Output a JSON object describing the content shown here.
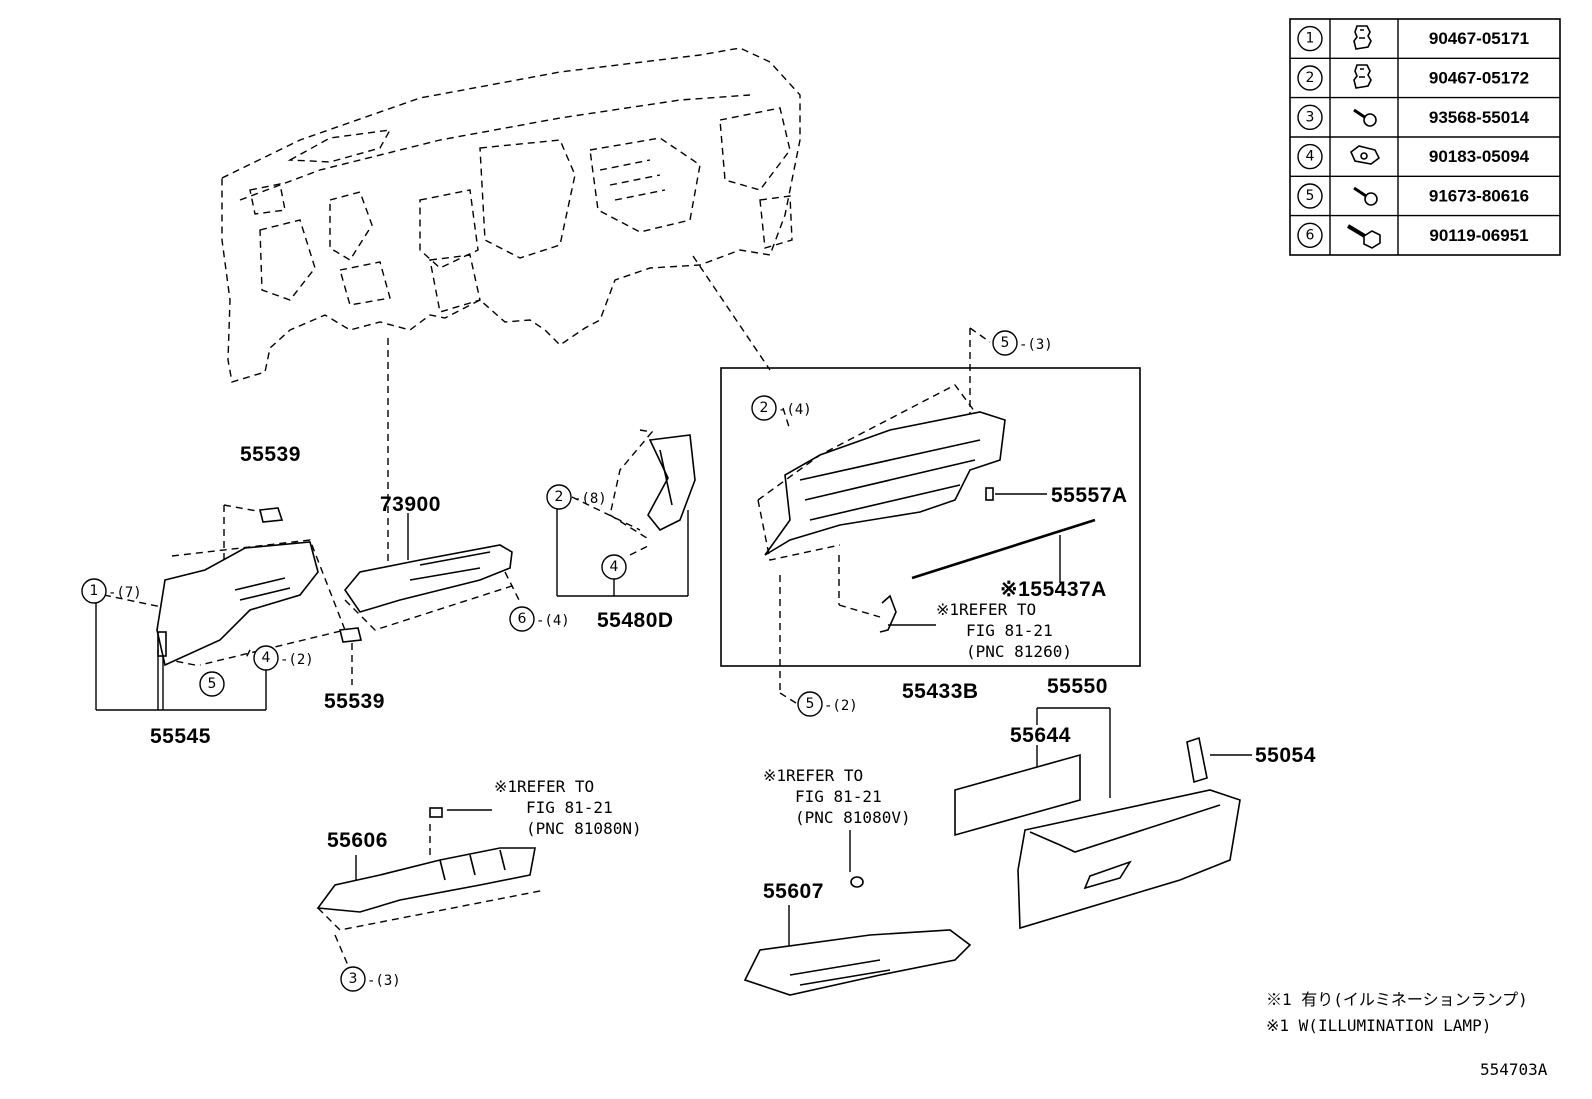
{
  "fastener_table": [
    {
      "ref": "1",
      "icon": "clip-icon",
      "part_no": "90467-05171"
    },
    {
      "ref": "2",
      "icon": "clip-icon",
      "part_no": "90467-05172"
    },
    {
      "ref": "3",
      "icon": "screw-icon",
      "part_no": "93568-55014"
    },
    {
      "ref": "4",
      "icon": "nut-clip-icon",
      "part_no": "90183-05094"
    },
    {
      "ref": "5",
      "icon": "screw-icon",
      "part_no": "91673-80616"
    },
    {
      "ref": "6",
      "icon": "bolt-icon",
      "part_no": "90119-06951"
    }
  ],
  "parts": {
    "p55539_top": "55539",
    "p55539_bottom": "55539",
    "p73900": "73900",
    "p55545": "55545",
    "p55480D": "55480D",
    "p55557A": "55557A",
    "p55437A": "※155437A",
    "p55433B": "55433B",
    "p55550": "55550",
    "p55644": "55644",
    "p55054": "55054",
    "p55606": "55606",
    "p55607": "55607"
  },
  "callouts": {
    "c1_7": {
      "num": "1",
      "qty": "-(7)"
    },
    "c5_box": {
      "num": "5"
    },
    "c4_2": {
      "num": "4",
      "qty": "-(2)"
    },
    "c6_4": {
      "num": "6",
      "qty": "-(4)"
    },
    "c2_8": {
      "num": "2",
      "qty": "-(8)"
    },
    "c4_center": {
      "num": "4"
    },
    "c2_4": {
      "num": "2",
      "qty": "-(4)"
    },
    "c5_3": {
      "num": "5",
      "qty": "-(3)"
    },
    "c5_2": {
      "num": "5",
      "qty": "-(2)"
    },
    "c3_3": {
      "num": "3",
      "qty": "-(3)"
    }
  },
  "refer_notes": {
    "n1": {
      "l1": "※1REFER TO",
      "l2": "FIG 81-21",
      "l3": "(PNC 81260)"
    },
    "n2": {
      "l1": "※1REFER TO",
      "l2": "FIG 81-21",
      "l3": "(PNC 81080N)"
    },
    "n3": {
      "l1": "※1REFER TO",
      "l2": "FIG 81-21",
      "l3": "(PNC 81080V)"
    }
  },
  "footnotes": {
    "jp": "※1 有り(イルミネーションランプ)",
    "en": "※1 W(ILLUMINATION LAMP)"
  },
  "figure_id": "554703A"
}
